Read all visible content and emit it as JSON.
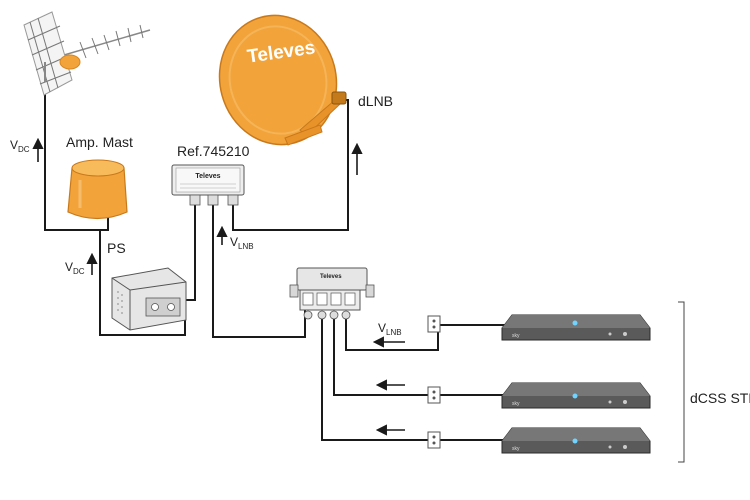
{
  "labels": {
    "amp_mast": "Amp. Mast",
    "ref": "Ref.745210",
    "dlnb": "dLNB",
    "ps": "PS",
    "dcss_stb": "dCSS STB",
    "v_dc_1": {
      "main": "V",
      "sub": "DC"
    },
    "v_dc_2": {
      "main": "V",
      "sub": "DC"
    },
    "v_lnb_1": {
      "main": "V",
      "sub": "LNB"
    },
    "v_lnb_2": {
      "main": "V",
      "sub": "LNB"
    }
  },
  "brand": {
    "dish_logo": "Televes",
    "splitter_logo": "Televes",
    "amp_logo": "Televes",
    "stb_logo": "sky"
  },
  "colors": {
    "cable": "#1a1a1a",
    "orange": "#f2a33a",
    "orange_dark": "#d8861d",
    "device_grey": "#e6e6e6",
    "device_stroke": "#555555",
    "stb_dark": "#3d3d3d"
  }
}
